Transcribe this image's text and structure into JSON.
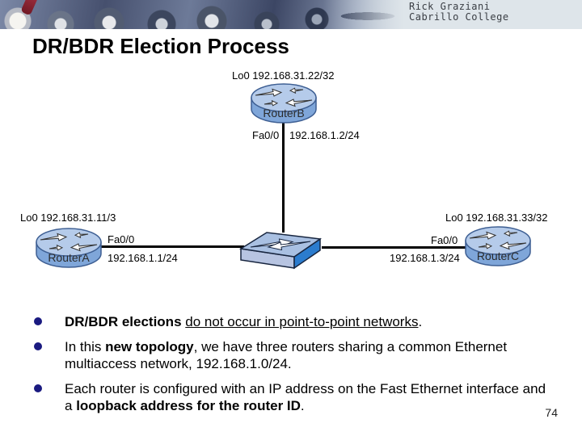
{
  "header": {
    "author": "Rick Graziani",
    "organization": "Cabrillo College"
  },
  "title": "DR/BDR Election Process",
  "diagram": {
    "routers": [
      {
        "name": "RouterA",
        "loopback": "Lo0 192.168.31.11/3",
        "interface": "Fa0/0",
        "ip": "192.168.1.1/24"
      },
      {
        "name": "RouterB",
        "loopback": "Lo0 192.168.31.22/32",
        "interface": "Fa0/0",
        "ip": "192.168.1.2/24"
      },
      {
        "name": "RouterC",
        "loopback": "Lo0 192.168.31.33/32",
        "interface": "Fa0/0",
        "ip": "192.168.1.3/24"
      }
    ]
  },
  "bullets": [
    {
      "segments": [
        {
          "text": "DR/BDR elections ",
          "style": "bold"
        },
        {
          "text": "do not occur in point-to-point networks",
          "style": "underline"
        },
        {
          "text": ".",
          "style": "normal"
        }
      ]
    },
    {
      "segments": [
        {
          "text": "In this ",
          "style": "normal"
        },
        {
          "text": "new topology",
          "style": "bold"
        },
        {
          "text": ", we have three routers sharing a common Ethernet multiaccess network, 192.168.1.0/24.",
          "style": "normal"
        }
      ]
    },
    {
      "segments": [
        {
          "text": "Each router is configured with an IP address on the Fast Ethernet interface and a ",
          "style": "normal"
        },
        {
          "text": "loopback address for the router ID",
          "style": "bold"
        },
        {
          "text": ".",
          "style": "normal"
        }
      ]
    }
  ],
  "page_number": "74",
  "colors": {
    "router_top": "#b5cbea",
    "router_side": "#7fa6d9",
    "switch_top": "#a9c0e2",
    "switch_front": "#b7c4e1",
    "switch_side": "#2b7cce",
    "bullet_dot": "#1a1a80",
    "banner_background": "#dee5ea",
    "link_line": "#000000"
  }
}
